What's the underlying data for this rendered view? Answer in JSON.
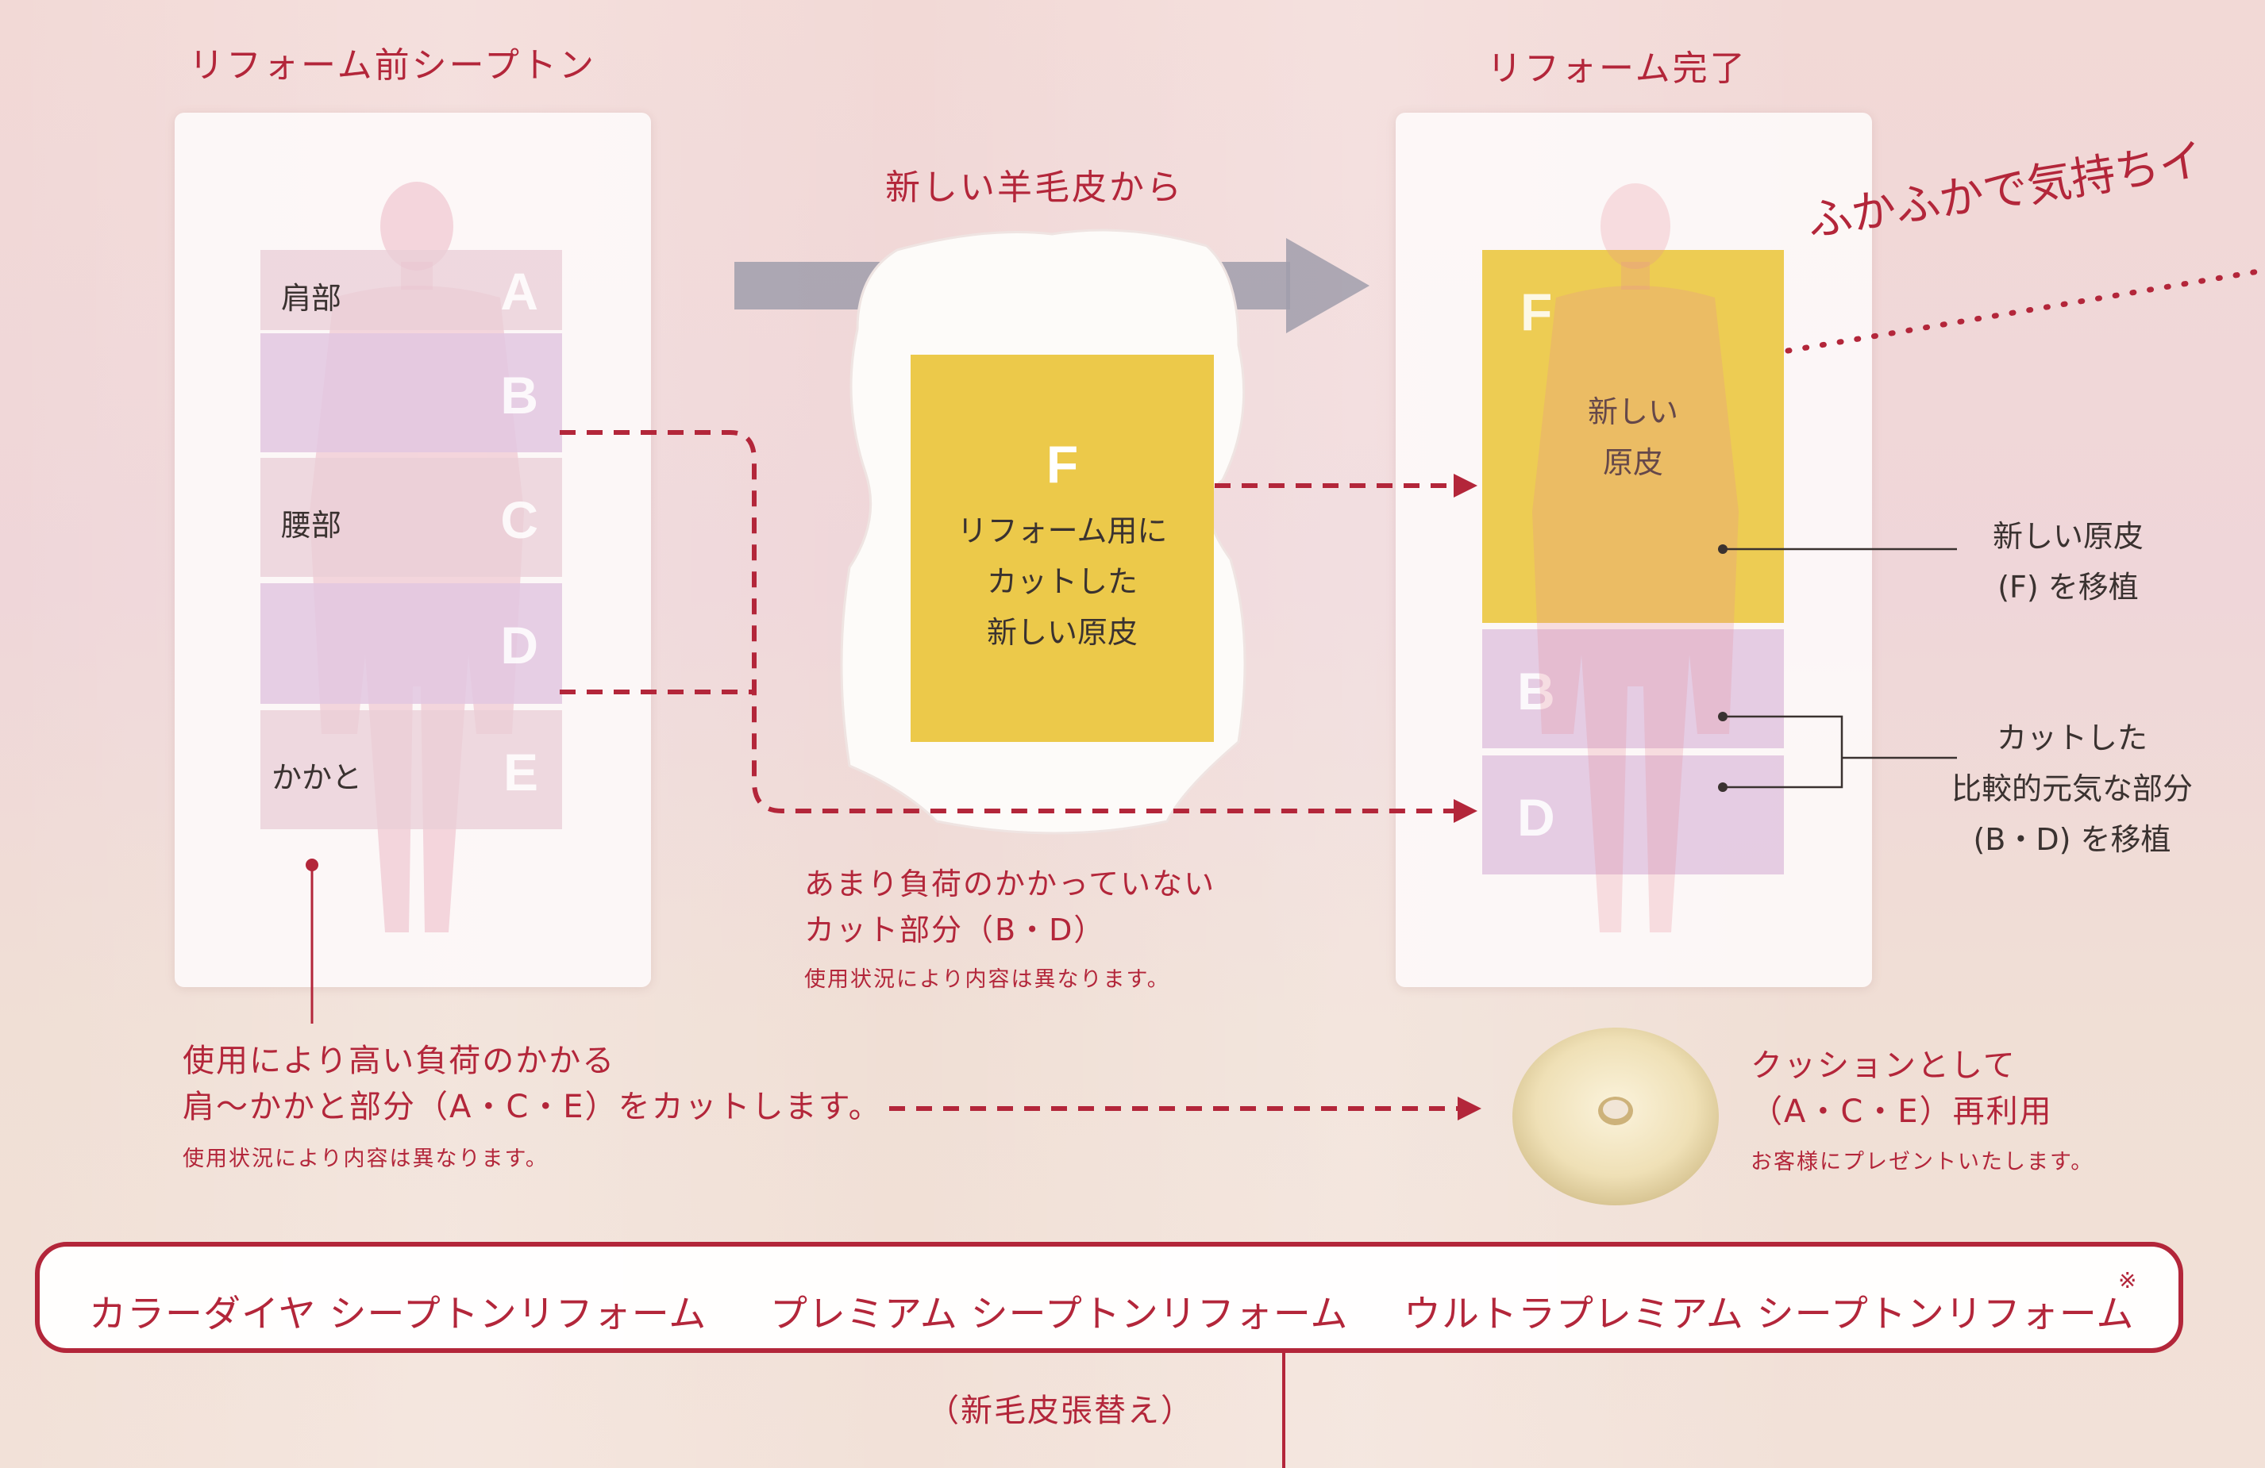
{
  "before": {
    "title": "リフォーム前シープトン",
    "segments": [
      {
        "label": "肩部",
        "letter": "A"
      },
      {
        "label": "",
        "letter": "B"
      },
      {
        "label": "腰部",
        "letter": "C"
      },
      {
        "label": "",
        "letter": "D"
      },
      {
        "label": "かかと",
        "letter": "E"
      }
    ]
  },
  "after": {
    "title": "リフォーム完了",
    "f_letter": "F",
    "f_text_1": "新しい",
    "f_text_2": "原皮",
    "b_letter": "B",
    "d_letter": "D"
  },
  "middle": {
    "heading": "新しい羊毛皮から",
    "f_letter": "F",
    "f_lines": [
      "リフォーム用に",
      "カットした",
      "新しい原皮"
    ],
    "cut_note_1": "あまり負荷のかかっていない",
    "cut_note_2": "カット部分（B・D）",
    "cut_note_sub": "使用状況により内容は異なります。"
  },
  "slogan": "ふかふかで気持ちイ",
  "right_notes": {
    "new_1": "新しい原皮",
    "new_2": "(F) を移植",
    "cut_1": "カットした",
    "cut_2": "比較的元気な部分",
    "cut_3": "(B・D) を移植"
  },
  "left_note": {
    "line1": "使用により高い負荷のかかる",
    "line2": "肩～かかと部分（A・C・E）をカットします。",
    "sub": "使用状況により内容は異なります。"
  },
  "cushion": {
    "line1": "クッションとして",
    "line2": "（A・C・E）再利用",
    "sub": "お客様にプレゼントいたします。"
  },
  "products": {
    "p1": "カラーダイヤ シープトンリフォーム",
    "p2": "プレミアム シープトンリフォーム",
    "p3": "ウルトラプレミアム シープトンリフォーム",
    "mark": "※"
  },
  "footer_note": "（新毛皮張替え）",
  "colors": {
    "accent": "#b3263a",
    "segment_pink": "#ead0dc",
    "segment_lavender": "#e2c7e0",
    "new_hide_yellow": "#ecc94a",
    "arrow_gray": "#a09eab"
  }
}
